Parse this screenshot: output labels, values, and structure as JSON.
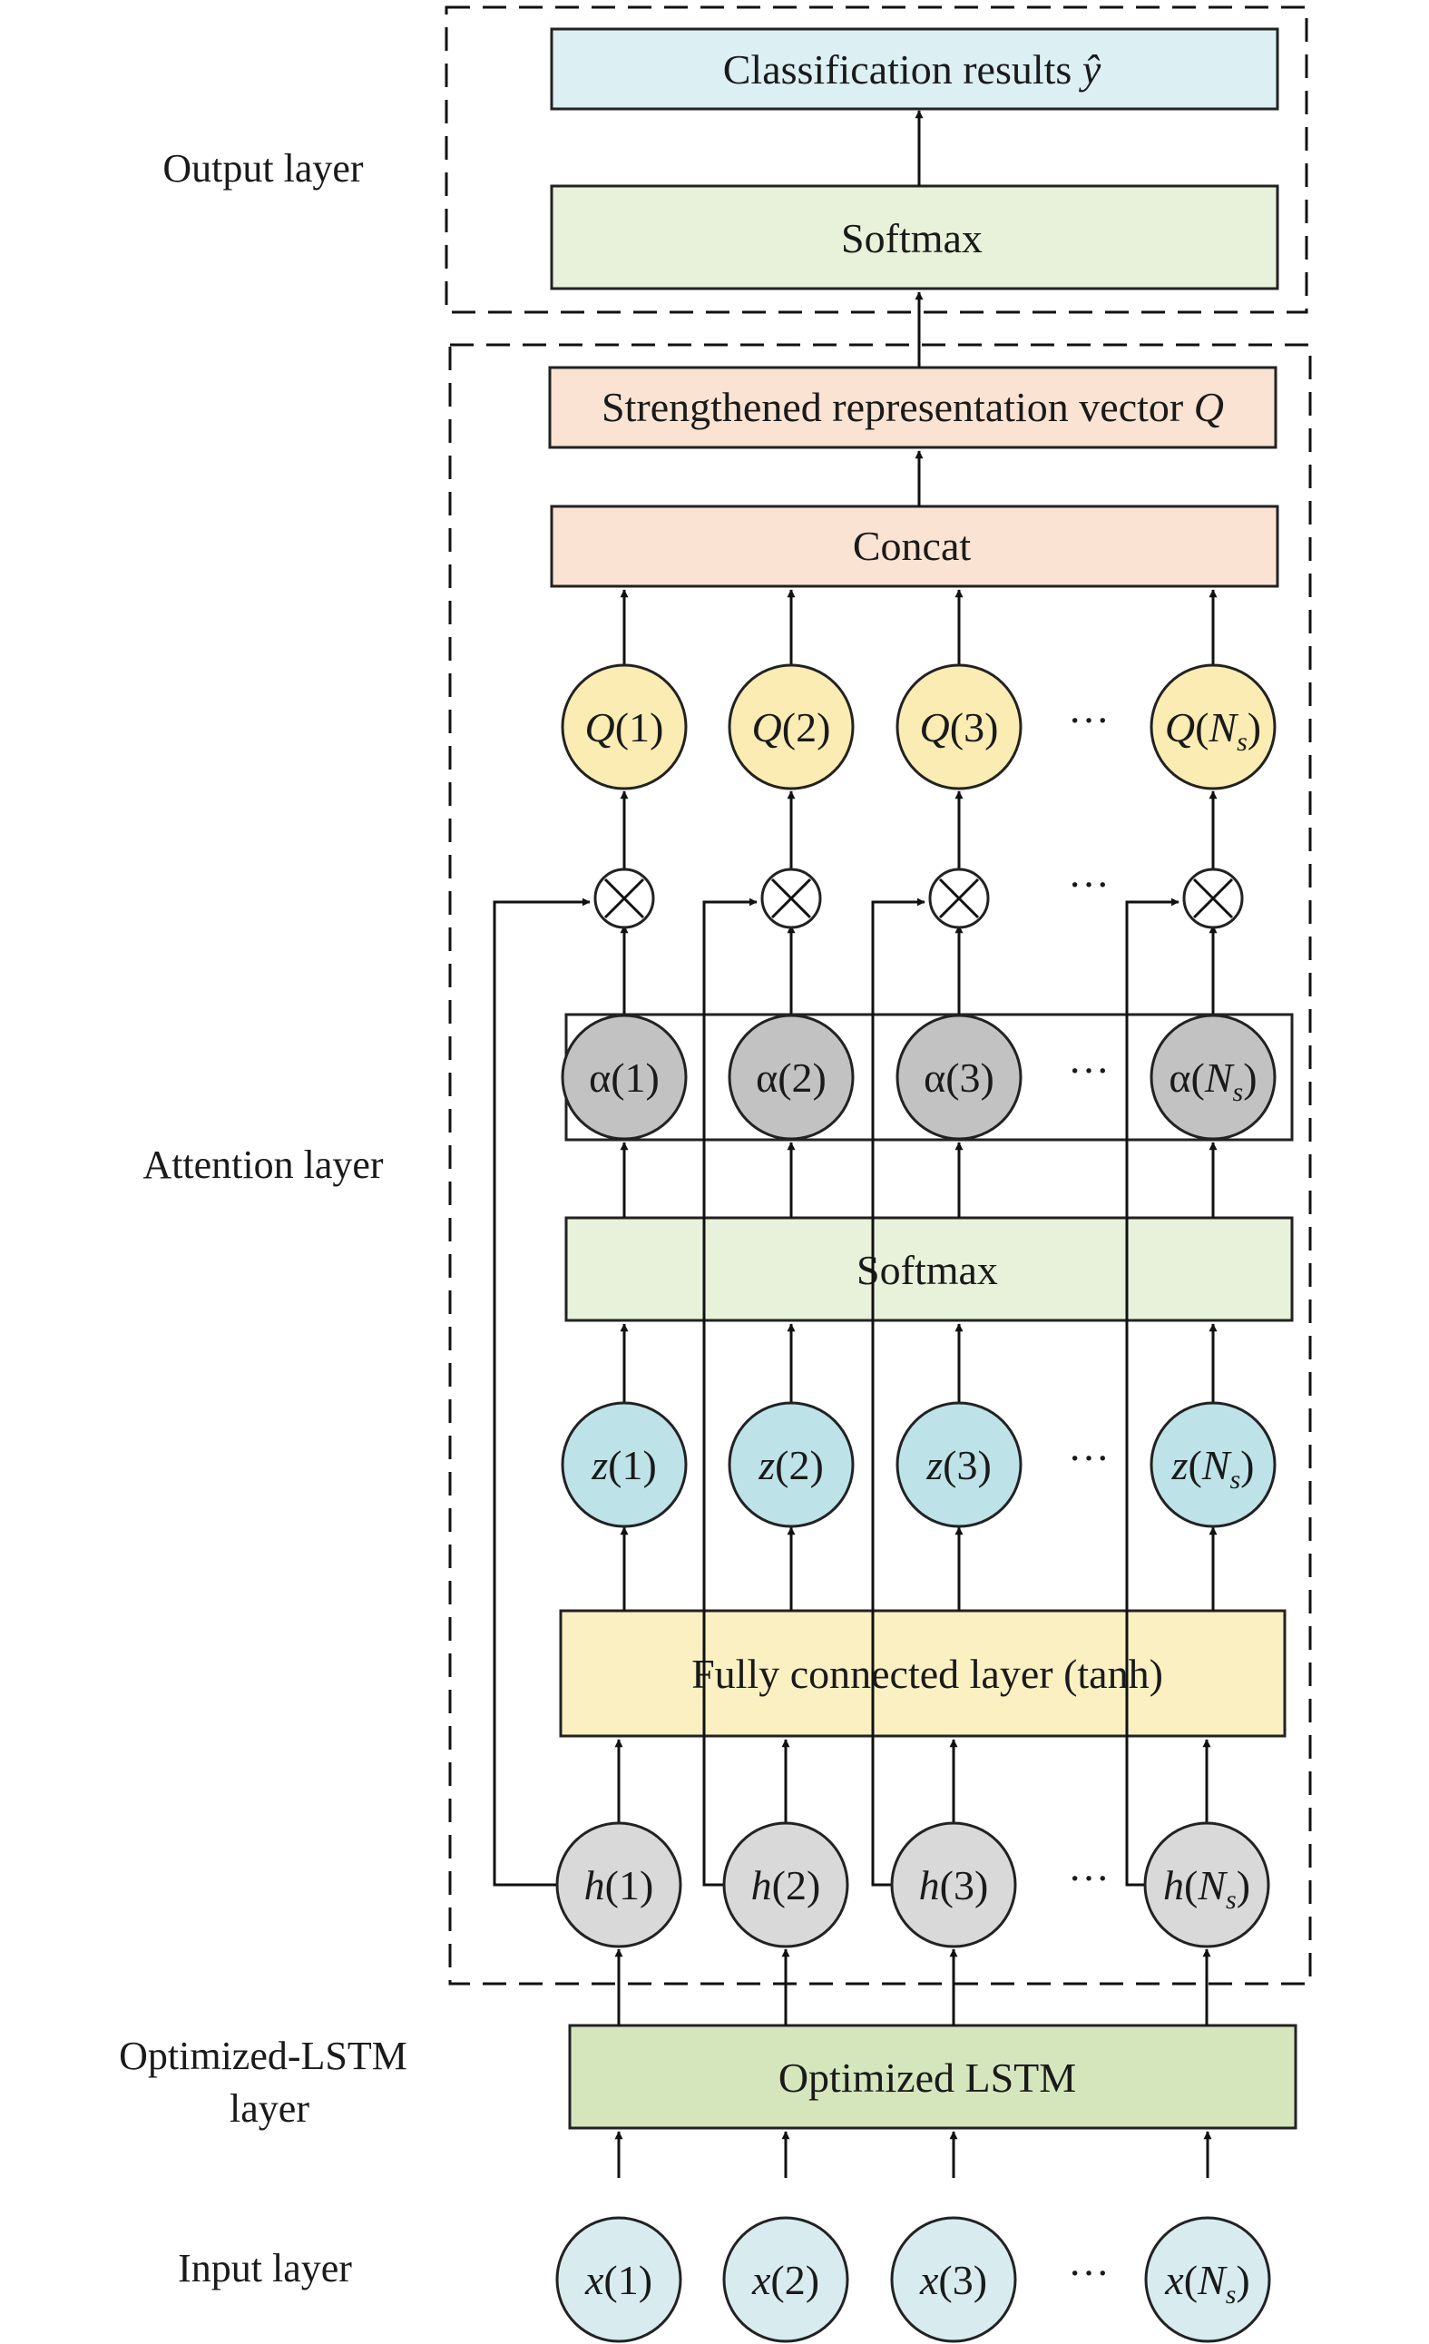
{
  "layers": {
    "output": "Output layer",
    "attention": "Attention layer",
    "lstm_line1": "Optimized-LSTM",
    "lstm_line2": "layer",
    "input": "Input layer"
  },
  "boxes": {
    "classification": "Classification results",
    "classification_symbol": "ŷ",
    "softmax_out": "Softmax",
    "strengthened": "Strengthened representation vector",
    "strengthened_symbol": "Q",
    "concat": "Concat",
    "softmax_att": "Softmax",
    "fc": "Fully connected layer (tanh)",
    "lstm": "Optimized LSTM"
  },
  "nodes": {
    "Q": [
      {
        "sym": "Q",
        "arg": "1"
      },
      {
        "sym": "Q",
        "arg": "2"
      },
      {
        "sym": "Q",
        "arg": "3"
      },
      {
        "sym": "Q",
        "arg": "N",
        "sub": "s"
      }
    ],
    "alpha": [
      {
        "sym": "α",
        "arg": "1"
      },
      {
        "sym": "α",
        "arg": "2"
      },
      {
        "sym": "α",
        "arg": "3"
      },
      {
        "sym": "α",
        "arg": "N",
        "sub": "s"
      }
    ],
    "z": [
      {
        "sym": "z",
        "arg": "1"
      },
      {
        "sym": "z",
        "arg": "2"
      },
      {
        "sym": "z",
        "arg": "3"
      },
      {
        "sym": "z",
        "arg": "N",
        "sub": "s"
      }
    ],
    "h": [
      {
        "sym": "h",
        "arg": "1"
      },
      {
        "sym": "h",
        "arg": "2"
      },
      {
        "sym": "h",
        "arg": "3"
      },
      {
        "sym": "h",
        "arg": "N",
        "sub": "s"
      }
    ],
    "x": [
      {
        "sym": "x",
        "arg": "1"
      },
      {
        "sym": "x",
        "arg": "2"
      },
      {
        "sym": "x",
        "arg": "3"
      },
      {
        "sym": "x",
        "arg": "N",
        "sub": "s"
      }
    ]
  },
  "ellipsis": "···",
  "multiply_symbol": "×",
  "colors": {
    "classification_box": "#dcf0f4",
    "softmax_out_box": "#e8f2da",
    "strengthened_box": "#fae3d2",
    "concat_box": "#fae3d2",
    "softmax_att_box": "#e8f2da",
    "fc_box": "#fbf0c2",
    "lstm_box": "#d5e6bd",
    "q_node": "#faecb2",
    "alpha_node": "#c2c2c2",
    "z_node": "#bde2e8",
    "h_node": "#d9d9d9",
    "x_node": "#d8ecef"
  }
}
